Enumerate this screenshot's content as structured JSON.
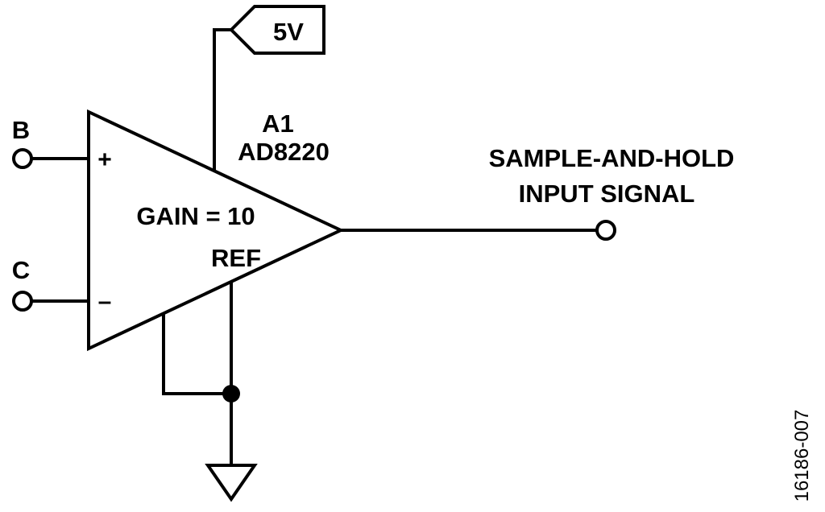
{
  "supply": {
    "label": "5V"
  },
  "inputs": [
    {
      "label": "B",
      "pin": "+"
    },
    {
      "label": "C",
      "pin": "–"
    }
  ],
  "amplifier": {
    "designator": "A1",
    "part_number": "AD8220",
    "gain_text": "GAIN = 10",
    "ref_label": "REF"
  },
  "output": {
    "label_line1": "SAMPLE-AND-HOLD",
    "label_line2": "INPUT SIGNAL"
  },
  "figure_id": "16186-007"
}
